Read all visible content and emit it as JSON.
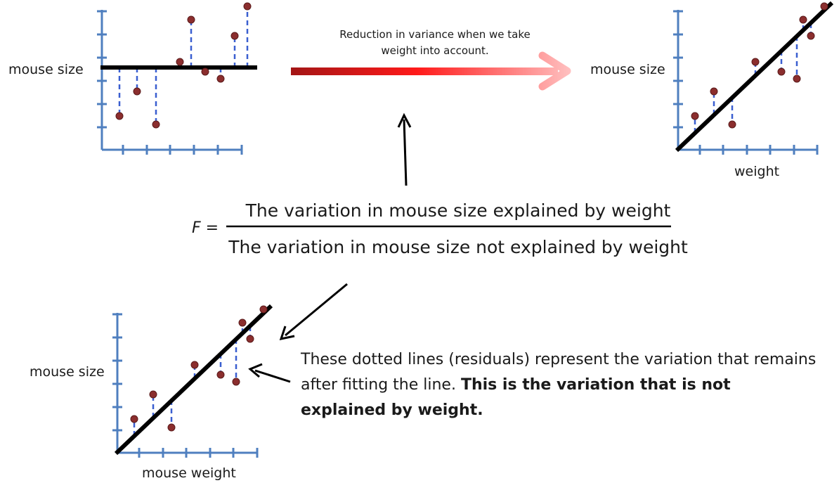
{
  "labels": {
    "top_left_y": "mouse size",
    "top_right_y": "mouse size",
    "top_right_x": "weight",
    "bottom_left_y": "mouse size",
    "bottom_left_x": "mouse weight"
  },
  "arrow_note": "Reduction in variance when we take weight into account.",
  "formula": {
    "lhs": "F",
    "equals": "=",
    "numerator": "The variation in mouse size explained by weight",
    "denominator": "The variation in mouse size not explained by weight"
  },
  "residual_note": {
    "text": "These dotted lines (residuals) represent the variation that remains after fitting the line. ",
    "bold": "This is the variation that is not explained by weight."
  },
  "colors": {
    "axis": "#4f7fbf",
    "point": "#8b2e2e",
    "point_outline": "#5a1a1a",
    "residual": "#3a5fd0",
    "fit_line": "#000000",
    "arrow_dark": "#a31515",
    "arrow_bright": "#ff1a1a",
    "arrow_light": "#ffc0c0"
  }
}
